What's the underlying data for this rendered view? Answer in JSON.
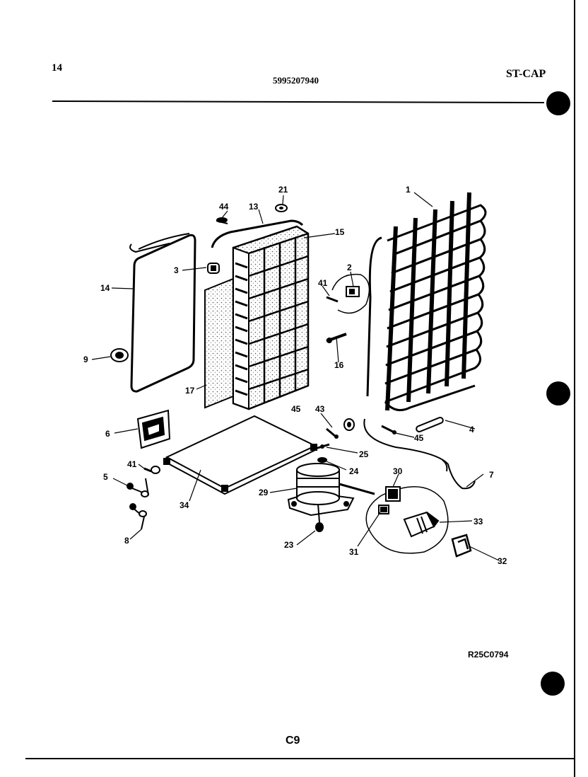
{
  "header": {
    "page_number": "14",
    "part_number": "5995207940",
    "model_code": "ST-CAP"
  },
  "footer": {
    "drawing_code": "R25C0794",
    "page_code": "C9"
  },
  "callouts": {
    "c1": "1",
    "c2": "2",
    "c3": "3",
    "c4": "4",
    "c5": "5",
    "c6": "6",
    "c7": "7",
    "c8": "8",
    "c9": "9",
    "c13": "13",
    "c14": "14",
    "c15": "15",
    "c16": "16",
    "c17": "17",
    "c21": "21",
    "c23": "23",
    "c24": "24",
    "c25": "25",
    "c29": "29",
    "c30": "30",
    "c31": "31",
    "c32": "32",
    "c33": "33",
    "c34": "34",
    "c41a": "41",
    "c41b": "41",
    "c43": "43",
    "c44": "44",
    "c45a": "45",
    "c45b": "45"
  },
  "colors": {
    "ink": "#000000",
    "paper": "#ffffff",
    "foam": "#e8e8e8"
  }
}
